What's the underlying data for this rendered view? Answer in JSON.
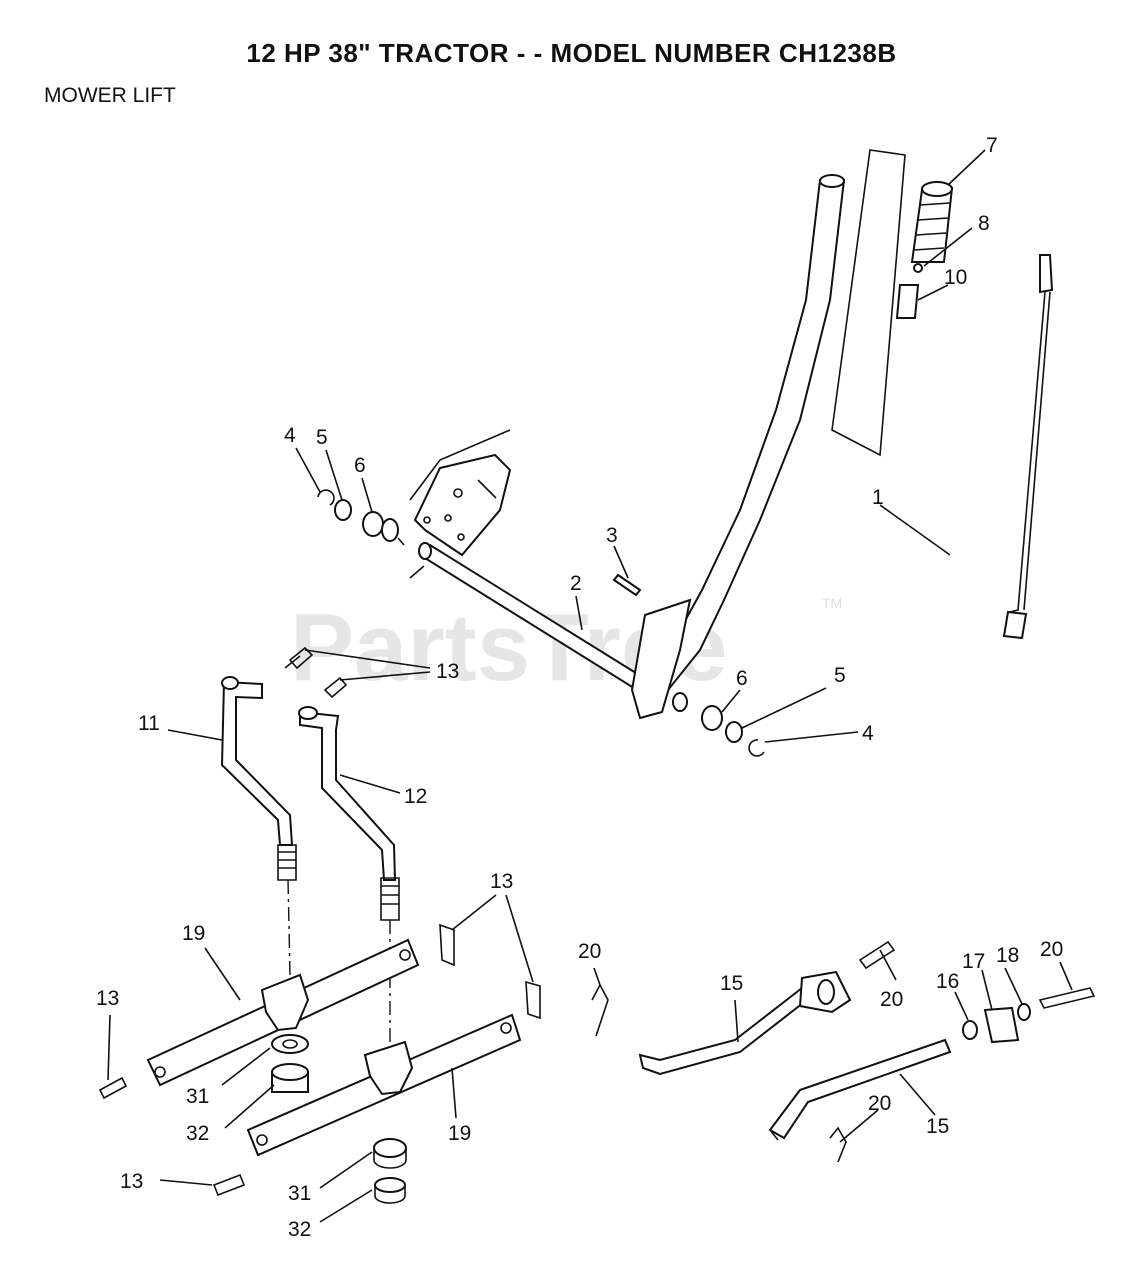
{
  "header": {
    "title": "12 HP 38\" TRACTOR - - MODEL NUMBER CH1238B",
    "section": "MOWER LIFT"
  },
  "watermark": {
    "text": "PartsTree",
    "trademark": "TM"
  },
  "callouts": [
    "7",
    "8",
    "10",
    "4",
    "5",
    "6",
    "1",
    "3",
    "2",
    "13",
    "6",
    "5",
    "4",
    "11",
    "12",
    "13",
    "19",
    "20",
    "20",
    "15",
    "16",
    "17",
    "18",
    "20",
    "13",
    "31",
    "19",
    "32",
    "20",
    "15",
    "13",
    "31",
    "32"
  ]
}
